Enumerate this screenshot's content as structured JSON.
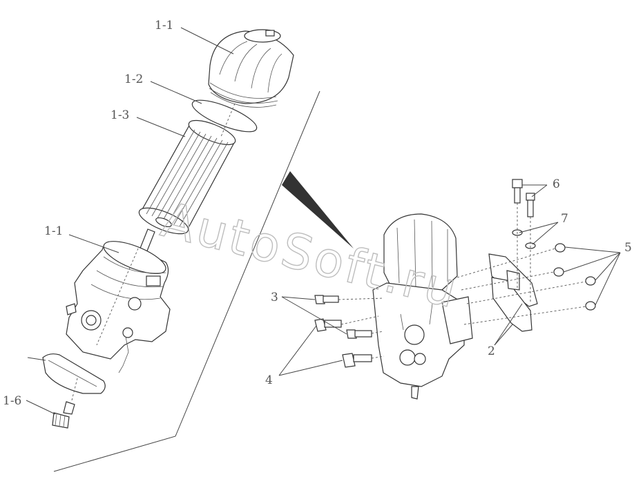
{
  "labels": {
    "l1_1_top": "1-1",
    "l1_2": "1-2",
    "l1_3": "1-3",
    "l1_1_mid": "1-1",
    "l1_6": "1-6",
    "l2": "2",
    "l3": "3",
    "l4": "4",
    "l5": "5",
    "l6": "6",
    "l7": "7"
  },
  "watermark": "AutoSoft.ru",
  "colors": {
    "line": "#333333",
    "label": "#555555",
    "watermark": "#bdbdbd",
    "callout_wedge": "#333333"
  }
}
